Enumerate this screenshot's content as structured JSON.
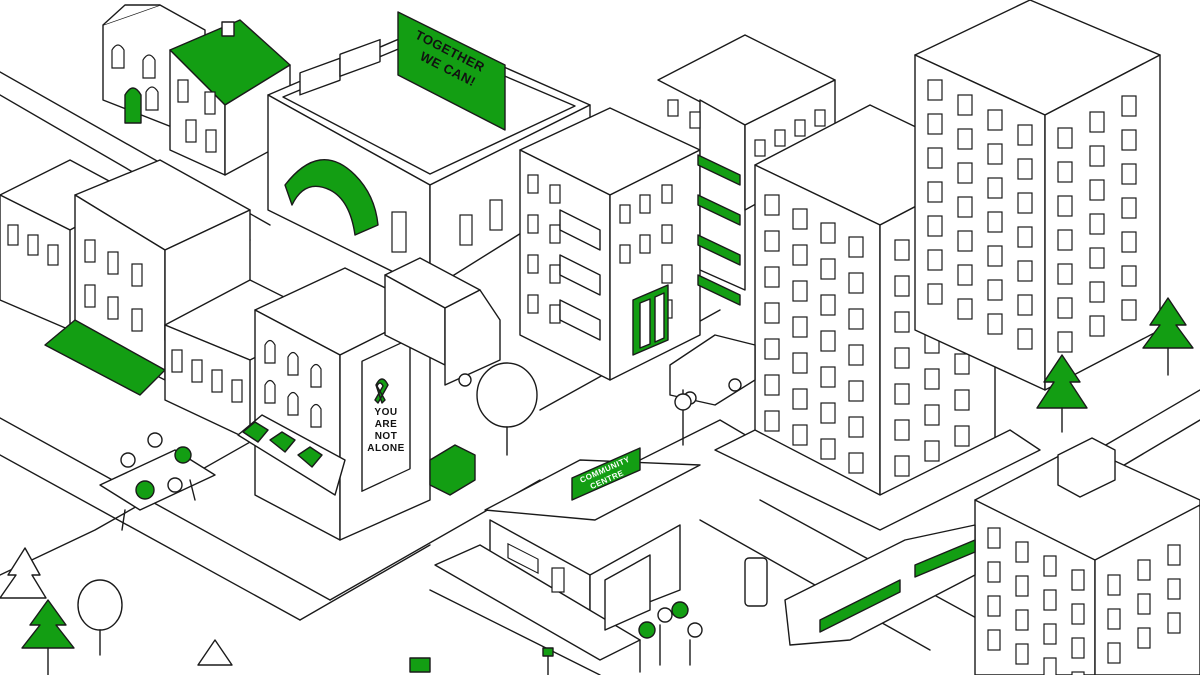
{
  "scene": {
    "colors": {
      "accent": "#139e13",
      "line": "#1a1a1a",
      "background": "#ffffff"
    },
    "billboard": {
      "line1": "TOGETHER",
      "line2": "WE CAN!"
    },
    "poster": {
      "line1": "YOU",
      "line2": "ARE",
      "line3": "NOT",
      "line4": "ALONE",
      "icon": "awareness-ribbon-icon"
    },
    "community_sign": {
      "line1": "COMMUNITY",
      "line2": "CENTRE"
    }
  }
}
